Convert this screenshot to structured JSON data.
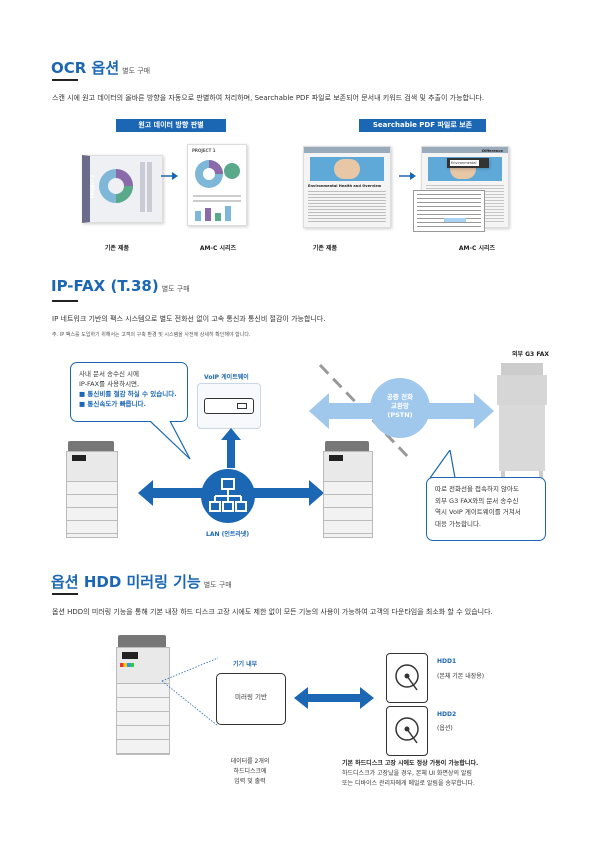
{
  "ocr": {
    "title": "OCR 옵션",
    "sub": "별도 구매",
    "desc": "스캔 시에 원고 데이터의 올바른 방향을 자동으로 판별하여 처리하며, Searchable PDF 파일로 보존되어 문서내 키워드 검색 및 추출이 가능합니다.",
    "pill_left": "원고 데이터 방향 판별",
    "pill_right": "Searchable PDF 파일로 보존",
    "cap1": "기존 제품",
    "cap2": "AM-C 시리즈",
    "cap3": "기존 제품",
    "cap4": "AM-C 시리즈",
    "doc_label": "PROJECT 1",
    "doc_label2": "PROJECT 1",
    "pdf_heading1": "Environmental Health and",
    "pdf_heading2": "Overview",
    "pdf_heading3": "Difference",
    "pdf_search": "Environmental"
  },
  "ipfax": {
    "title": "IP-FAX (T.38)",
    "sub": "별도 구매",
    "desc": "IP 네트워크 기반의 팩스 시스템으로 별도 전화선 없이 고속 통신과 통신비 절감이 가능합니다.",
    "note": "주. IP 팩스를 도입하기 위해서는 고객의 구축 환경 및 시스템을 사전에 상세히 확인해야 합니다.",
    "bubble_line1": "사내 문서 송수신 시에",
    "bubble_line2": "IP-FAX를 사용하시면,",
    "bubble_b1": "■ 통신비를 절감 하실 수 있습니다.",
    "bubble_b2": "■ 통신속도가 빠릅니다.",
    "voip": "VoIP 게이트웨이",
    "ext_fax": "외부 G3 FAX",
    "pstn1": "공중 전화",
    "pstn2": "교환망",
    "pstn3": "(PSTN)",
    "lan": "LAN (인트라넷)",
    "bubble2_l1": "따로 전화선을 접속하지 않아도",
    "bubble2_l2": "외부 G3 FAX와의 문서 송수신",
    "bubble2_l3": "역시 VoIP 게이트웨이를 거쳐서",
    "bubble2_l4": "대응 가능합니다."
  },
  "hdd": {
    "title": "옵션 HDD 미러링 기능",
    "sub": "별도 구매",
    "desc": "옵션 HDD의 미러링 기능을 통해 기본 내장 하드 디스크 고장 시에도 제한 없이 모든 기능의 사용이 가능하여 고객의 다운타임을 최소화 할 수 있습니다.",
    "inner": "기기 내부",
    "mirror": "미러링 기반",
    "hdd1": "HDD1",
    "hdd1_sub": "(본체 기본 내장용)",
    "hdd2": "HDD2",
    "hdd2_sub": "(옵션)",
    "data1": "데이터를 2개의",
    "data2": "하드디스크에",
    "data3": "입력 및 출력",
    "bold_note": "기본 하드디스크 고장 시에도 정상 가동이 가능합니다.",
    "note2": "하드디스크가 고장났을 경우, 본체 UI 화면상의 알림",
    "note3": "또는 디바이스 관리자에게 메일로 알림을 송부합니다."
  },
  "colors": {
    "accent": "#1b67b4",
    "arrow_light": "#9fc8ec",
    "grey": "#cccccc"
  }
}
